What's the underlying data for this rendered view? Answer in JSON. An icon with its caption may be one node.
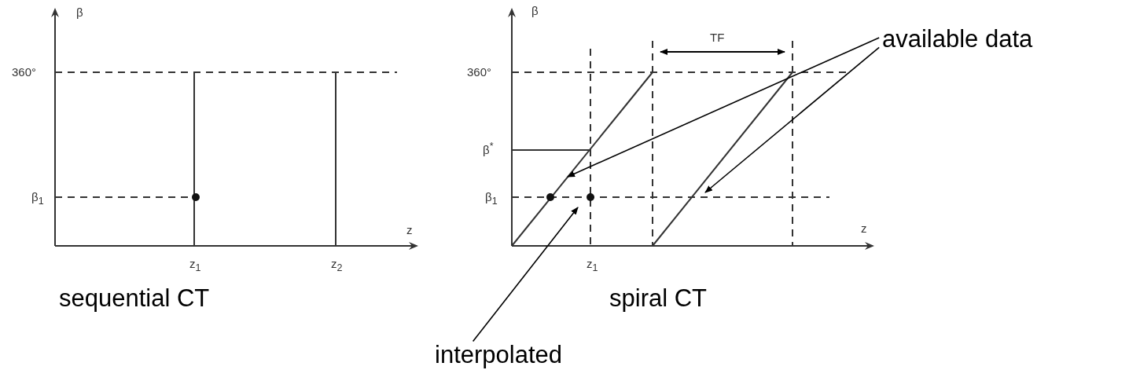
{
  "diagram": {
    "nodes": [
      {
        "text": [
          "available data"
        ]
      },
      {
        "text": [
          "interpolated"
        ]
      }
    ],
    "edges": [
      {
        "from": 0,
        "to": null,
        "arrow": "to"
      },
      {
        "from": 0,
        "to": null,
        "arrow": "to"
      },
      {
        "from": 1,
        "to": null,
        "arrow": "to"
      }
    ],
    "labels": [
      "β",
      "360°",
      "β$_{1}$",
      "z",
      "z$_{1}$",
      "z$_{2}$",
      "sequential CT",
      "β",
      "TF",
      "360°",
      "β$^{*}$",
      "β$_{1}$",
      "z",
      "z$_{1}$",
      "spiral CT"
    ]
  }
}
